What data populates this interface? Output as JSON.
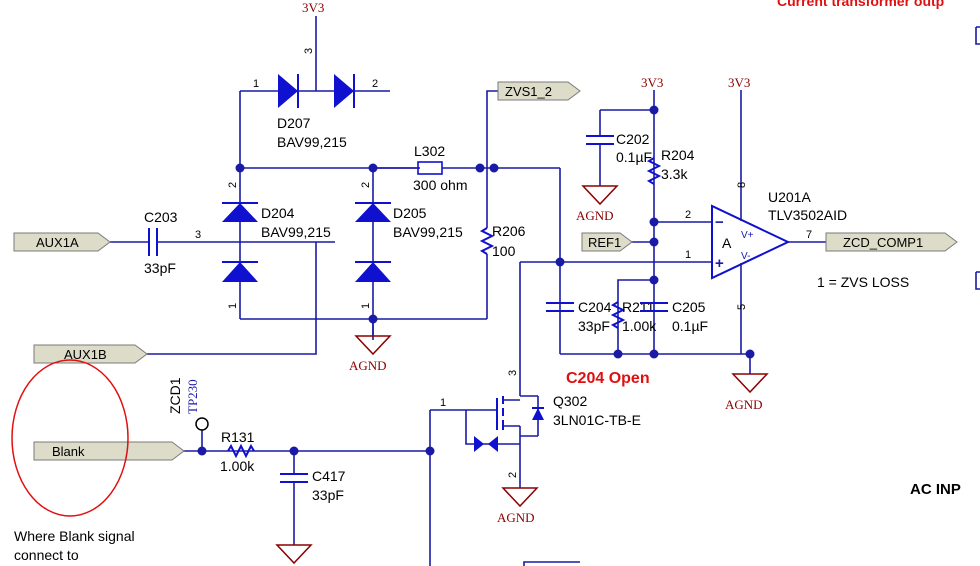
{
  "header": {
    "title_partial": "Current transformer outp",
    "right_label": "AC INP"
  },
  "ports": {
    "aux1a": "AUX1A",
    "aux1b": "AUX1B",
    "blank": "Blank",
    "zvs1_2": "ZVS1_2",
    "ref1": "REF1",
    "zcd_comp1": "ZCD_COMP1"
  },
  "power": {
    "v3v3_top": "3V3",
    "v3v3_c202": "3V3",
    "v3v3_u201": "3V3",
    "agnd_c202": "AGND",
    "agnd_d205": "AGND",
    "agnd_u201": "AGND",
    "agnd_q302": "AGND"
  },
  "components": {
    "d207": {
      "ref": "D207",
      "value": "BAV99,215",
      "pin1": "1",
      "pin2": "2",
      "pin3": "3"
    },
    "d204": {
      "ref": "D204",
      "value": "BAV99,215",
      "pin1": "1",
      "pin2": "2",
      "pin3": "3"
    },
    "d205": {
      "ref": "D205",
      "value": "BAV99,215",
      "pin1": "1",
      "pin2": "2"
    },
    "c203": {
      "ref": "C203",
      "value": "33pF"
    },
    "l302": {
      "ref": "L302",
      "value": "300 ohm"
    },
    "r206": {
      "ref": "R206",
      "value": "100"
    },
    "c202": {
      "ref": "C202",
      "value": "0.1µF"
    },
    "r204": {
      "ref": "R204",
      "value": "3.3k"
    },
    "u201": {
      "ref": "U201A",
      "value": "TLV3502AID",
      "pin2": "2",
      "pin1": "1",
      "pin7": "7",
      "pin8": "8",
      "pin5": "5",
      "a": "A",
      "vplus": "V+",
      "vminus": "V-",
      "plus": "+",
      "minus": "−"
    },
    "c204": {
      "ref": "C204",
      "value": "33pF"
    },
    "r211": {
      "ref": "R211",
      "value": "1.00k"
    },
    "c205": {
      "ref": "C205",
      "value": "0.1µF"
    },
    "q302": {
      "ref": "Q302",
      "value": "3LN01C-TB-E",
      "pin1": "1",
      "pin2": "2",
      "pin3": "3"
    },
    "r131": {
      "ref": "R131",
      "value": "1.00k"
    },
    "c417": {
      "ref": "C417",
      "value": "33pF"
    },
    "zcd1": {
      "ref": "ZCD1",
      "value": "TP230"
    }
  },
  "annotations": {
    "zvs_loss": "1 = ZVS LOSS",
    "c204_open": "C204 Open",
    "blank_note_1": "Where Blank signal",
    "blank_note_2": "connect to"
  }
}
